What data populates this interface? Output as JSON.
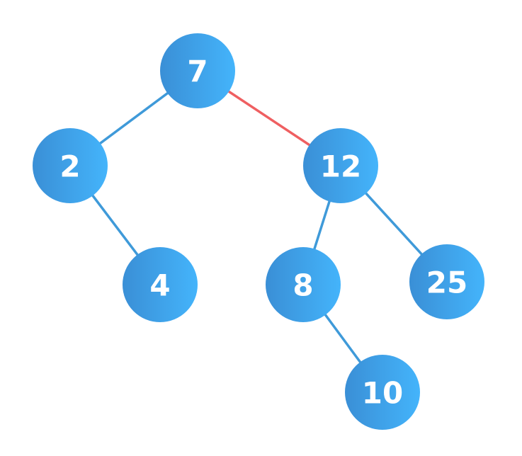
{
  "tree": {
    "nodes": [
      {
        "id": "n7",
        "label": "7"
      },
      {
        "id": "n2",
        "label": "2"
      },
      {
        "id": "n12",
        "label": "12"
      },
      {
        "id": "n4",
        "label": "4"
      },
      {
        "id": "n8",
        "label": "8"
      },
      {
        "id": "n25",
        "label": "25"
      },
      {
        "id": "n10",
        "label": "10"
      }
    ],
    "edges": [
      {
        "from": "n7",
        "to": "n2",
        "highlighted": false
      },
      {
        "from": "n7",
        "to": "n12",
        "highlighted": true
      },
      {
        "from": "n2",
        "to": "n4",
        "highlighted": false
      },
      {
        "from": "n12",
        "to": "n8",
        "highlighted": false
      },
      {
        "from": "n12",
        "to": "n25",
        "highlighted": false
      },
      {
        "from": "n8",
        "to": "n10",
        "highlighted": false
      }
    ]
  },
  "colors": {
    "node_gradient_start": "#3a8fd6",
    "node_gradient_end": "#44b4fb",
    "edge": "#3f9ad9",
    "edge_highlight": "#ef5f61",
    "label": "#ffffff"
  }
}
